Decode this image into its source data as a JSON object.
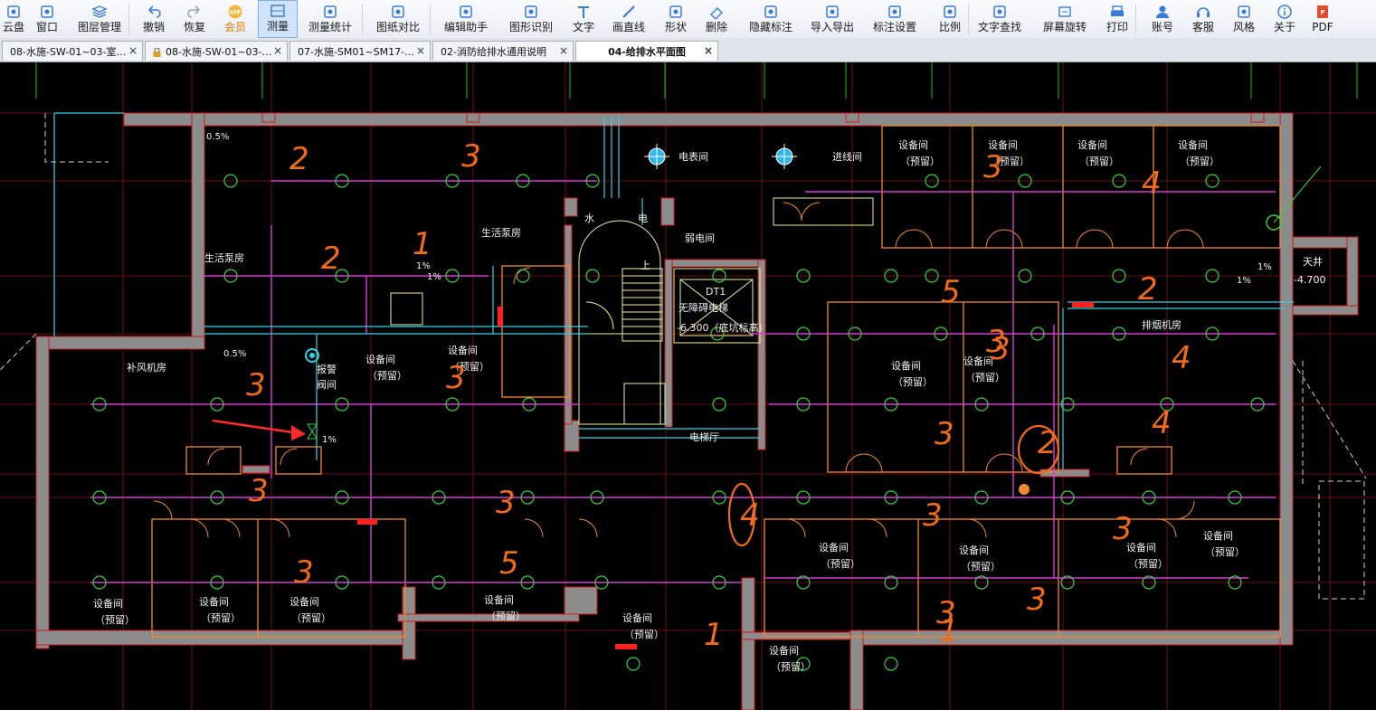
{
  "toolbar": {
    "items": [
      {
        "label": "云盘",
        "icon": "cloud-disk-icon"
      },
      {
        "label": "窗口",
        "icon": "window-icon"
      },
      {
        "label": "图层管理",
        "icon": "layers-icon"
      },
      {
        "label": "撤销",
        "icon": "undo-icon"
      },
      {
        "label": "恢复",
        "icon": "redo-icon"
      },
      {
        "label": "会员",
        "icon": "vip-icon"
      },
      {
        "label": "测量",
        "icon": "measure-icon"
      },
      {
        "label": "测量统计",
        "icon": "measure-stats-icon"
      },
      {
        "label": "图纸对比",
        "icon": "compare-icon"
      },
      {
        "label": "编辑助手",
        "icon": "edit-assistant-icon"
      },
      {
        "label": "图形识别",
        "icon": "shape-recognition-icon"
      },
      {
        "label": "文字",
        "icon": "text-icon"
      },
      {
        "label": "画直线",
        "icon": "line-icon"
      },
      {
        "label": "形状",
        "icon": "shape-icon"
      },
      {
        "label": "删除",
        "icon": "eraser-icon"
      },
      {
        "label": "隐藏标注",
        "icon": "hide-annotation-icon"
      },
      {
        "label": "导入导出",
        "icon": "import-export-icon"
      },
      {
        "label": "标注设置",
        "icon": "annotation-settings-icon"
      },
      {
        "label": "比例",
        "icon": "scale-icon"
      },
      {
        "label": "文字查找",
        "icon": "text-search-icon"
      },
      {
        "label": "屏幕旋转",
        "icon": "screen-rotate-icon"
      },
      {
        "label": "打印",
        "icon": "print-icon"
      },
      {
        "label": "账号",
        "icon": "account-icon"
      },
      {
        "label": "客服",
        "icon": "headset-icon"
      },
      {
        "label": "风格",
        "icon": "style-icon"
      },
      {
        "label": "关于",
        "icon": "info-icon"
      },
      {
        "label": "PDF",
        "icon": "pdf-icon"
      }
    ],
    "vip_color": "#e07b00",
    "active_item": "测量"
  },
  "tabs": [
    {
      "label": "08-水施-SW-01~03-室…",
      "locked": false
    },
    {
      "label": "08-水施-SW-01~03-…",
      "locked": true
    },
    {
      "label": "07-水施-SM01~SM17-…",
      "locked": false
    },
    {
      "label": "02-消防给排水通用说明",
      "locked": false
    },
    {
      "label": "04-给排水平面图",
      "locked": false,
      "active": true
    }
  ],
  "drawing": {
    "labels": {
      "elec_meter_room": "电表间",
      "incoming_line_room": "进线间",
      "weak_elec_room": "弱电间",
      "water": "水",
      "elec": "电",
      "up": "上",
      "dt1": "DT1",
      "elevator": "无障碍电梯",
      "elevator_elev": "-6.300（底坑标高）",
      "elevator_hall": "电梯厅",
      "pump_room_1": "生活泵房",
      "pump_room_2": "生活泵房",
      "air_supply_room": "补风机房",
      "smoke_exhaust_room": "排烟机房",
      "alarm_valve": "报警",
      "alarm_valve_2": "阀间",
      "equipment_room": "设备间",
      "equipment_room_reserved": "设备间",
      "reserved": "（预留）",
      "shaft": "天井",
      "shaft_elev": "-4.700",
      "slope_05": "0.5%",
      "slope_1": "1%"
    },
    "handwritten_numbers": [
      "2",
      "3",
      "1",
      "2",
      "3",
      "3",
      "3",
      "4",
      "5",
      "2",
      "3",
      "4",
      "3",
      "4",
      "2",
      "3",
      "3",
      "3",
      "3",
      "3",
      "5",
      "4",
      "1",
      "3",
      "3",
      "3",
      "1"
    ],
    "colors": {
      "wall": "#8c8c8c",
      "wall_outline": "#d11a1a",
      "grid": "#b01717",
      "axis_green": "#16c116",
      "pipe_magenta": "#d63cd6",
      "pipe_cyan": "#33d1e6",
      "door_orange": "#f08a30",
      "sprinkler_green": "#3bd13b",
      "text_yellow": "#f0f0f0",
      "handwriting_orange": "#f06a1a"
    }
  }
}
